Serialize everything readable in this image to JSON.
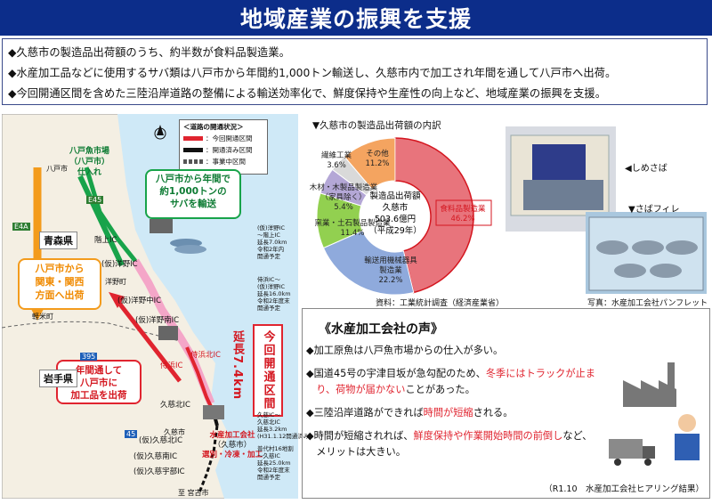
{
  "title": "地域産業の振興を支援",
  "bullets": [
    "◆久慈市の製造品出荷額のうち、約半数が食料品製造業。",
    "◆水産加工品などに使用するサバ類は八戸市から年間約1,000トン輸送し、久慈市内で加工され年間を通して八戸市へ出荷。",
    "◆今回開通区間を含めた三陸沿岸道路の整備による輸送効率化で、鮮度保持や生産性の向上など、地域産業の振興を支援。"
  ],
  "map": {
    "legend_title": "＜道路の開通状況＞",
    "legend_items": [
      {
        "label": "：今回開通区間",
        "color": "#e0242f"
      },
      {
        "label": "：開通済み区間",
        "color": "#111111"
      },
      {
        "label": "：事業中区間",
        "color": "#555555"
      }
    ],
    "hachinohe_market": [
      "八戸魚市場",
      "（八戸市）",
      "仕入れ"
    ],
    "green_callout": [
      "八戸市から年間で",
      "約1,000トンの",
      "サバを輸送"
    ],
    "orange_callout": [
      "八戸市から",
      "関東・関西",
      "方面へ出荷"
    ],
    "red_callout": [
      "年間通して",
      "八戸市に",
      "加工品を出荷"
    ],
    "aomori": "青森県",
    "iwate": "岩手県",
    "hachinohe_city": "八戸市",
    "labels": {
      "hashikami": "階上IC",
      "hirono_n": "(仮)洋野IC",
      "hirono_town": "洋野町",
      "hirono_c": "(仮)洋野中IC",
      "hirono_s": "(仮)洋野南IC",
      "samurai": "侍浜IC",
      "samurai_n": "侍浜北IC",
      "kuji_n": "久慈北IC",
      "kuji_kita_n": "(仮)久慈北IC",
      "kuji_s": "(仮)久慈南IC",
      "kuji_uto": "(仮)久慈宇部IC",
      "kuji_city": "久慈市",
      "karumai": "軽米町",
      "miyako": "至 宮古市",
      "e45": "E45",
      "e4a": "E4A",
      "n395": "395",
      "n45": "45"
    },
    "company": [
      "水産加工会社",
      "（久慈市）",
      "選別・冷凍・加工"
    ],
    "kenchou": "延長7.4km",
    "new_section": "今回開通区間",
    "specs": [
      [
        "(仮)洋野IC",
        "〜階上IC",
        "延長7.0km",
        "令和2年内",
        "開通予定"
      ],
      [
        "侍浜IC〜",
        "(仮)洋野IC",
        "延長16.0km",
        "令和2年度末",
        "開通予定"
      ],
      [
        "久慈IC〜",
        "久慈北IC",
        "延長3.2km",
        "(H31.1.12開通済み)"
      ],
      [
        "普代村16地割",
        "〜久慈IC",
        "延長25.0km",
        "令和2年度末",
        "開通予定"
      ]
    ]
  },
  "chart_data": {
    "type": "pie",
    "title": "▼久慈市の製造品出荷額の内訳",
    "center": [
      "製造品出荷額",
      "久慈市",
      "503.6億円",
      "（平成29年）"
    ],
    "slices": [
      {
        "label": "食料品製造業",
        "value": 46.2,
        "display": "46.2%",
        "color": "#e8747c"
      },
      {
        "label": "輸送用機械器具製造業",
        "value": 22.2,
        "display": "22.2%",
        "color": "#8faadc"
      },
      {
        "label": "窯業・土石製品製造業",
        "value": 11.4,
        "display": "11.4%",
        "color": "#92d050"
      },
      {
        "label": "木材・木製品製造業（家具除く）",
        "value": 5.4,
        "display": "5.4%",
        "color": "#b4a7d6"
      },
      {
        "label": "繊維工業",
        "value": 3.6,
        "display": "3.6%",
        "color": "#d9d9d9"
      },
      {
        "label": "その他",
        "value": 11.2,
        "display": "11.2%",
        "color": "#f4a460"
      }
    ],
    "source": "資料：工業統計調査（経済産業省）"
  },
  "photos": {
    "shimesaba": "◀しめさば",
    "saba_fillet": "▼さばフィレ",
    "credit": "写真：水産加工会社パンフレット"
  },
  "voice": {
    "title": "《水産加工会社の声》",
    "items": [
      {
        "parts": [
          {
            "t": "◆加工原魚は八戸魚市場からの仕入が多い。",
            "red": false
          }
        ]
      },
      {
        "parts": [
          {
            "t": "◆国道45号の宇津目坂が急勾配のため、",
            "red": false
          },
          {
            "t": "冬季にはトラックが止ま",
            "red": true
          }
        ]
      },
      {
        "parts": [
          {
            "t": "　り、荷物が届かない",
            "red": true
          },
          {
            "t": "ことがあった。",
            "red": false
          }
        ]
      },
      {
        "parts": [
          {
            "t": "◆三陸沿岸道路ができれば",
            "red": false
          },
          {
            "t": "時間が短縮",
            "red": true
          },
          {
            "t": "される。",
            "red": false
          }
        ]
      },
      {
        "parts": [
          {
            "t": "◆時間が短縮されれば、",
            "red": false
          },
          {
            "t": "鮮度保持や作業開始時間の前倒し",
            "red": true
          },
          {
            "t": "など、",
            "red": false
          }
        ]
      },
      {
        "parts": [
          {
            "t": "　メリットは大きい。",
            "red": false
          }
        ]
      }
    ],
    "footer": "（R1.10　水産加工会社ヒアリング結果）"
  }
}
